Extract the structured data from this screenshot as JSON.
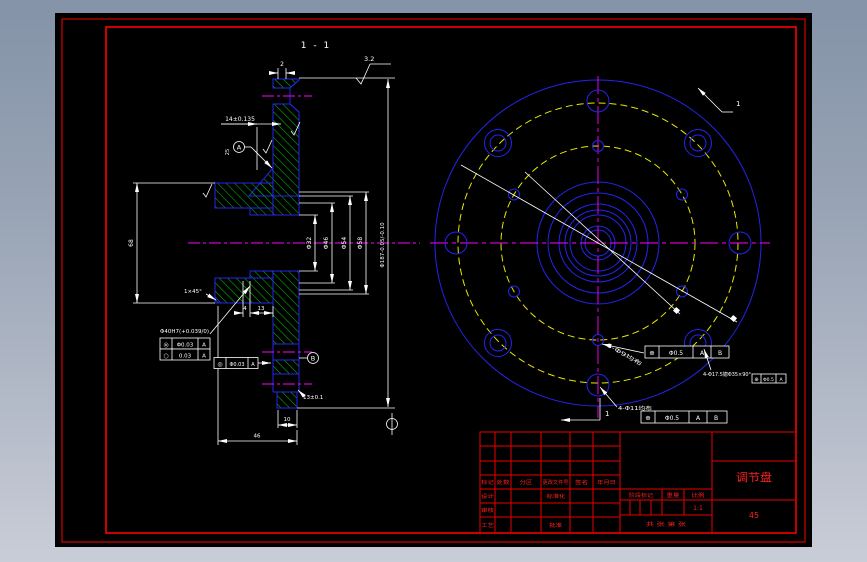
{
  "colors": {
    "frame": "#ff0000",
    "outline": "#2424ee",
    "hatch": "#00bb00",
    "centerline": "#ff00ff",
    "aux": "#e8e800",
    "dim": "#ffffff"
  },
  "view": {
    "section_label": "1 - 1"
  },
  "dims": {
    "top_gap": "2",
    "roughness_top": "3.2",
    "roughness_side": "25",
    "plate_thickness": "14±0.135",
    "hub_od": "68",
    "dia32": "Φ32",
    "dia46": "Φ46",
    "dia54": "Φ54",
    "dia58": "Φ58",
    "dia187": "Φ187-0.05/-0.10",
    "chamfer": "1×45°",
    "step4": "4",
    "step13": "13",
    "bore_label": "Φ40H7(+0.039/0)",
    "key13": "13±0.1",
    "bottom10": "10",
    "depth46": "46"
  },
  "datums": {
    "a": "A",
    "b": "B"
  },
  "fcf": {
    "bore_row1": [
      "◎",
      "Φ0.03",
      "A"
    ],
    "bore_row2": [
      "○",
      "0.03",
      "A"
    ],
    "shaft": [
      "◎",
      "Φ0.03",
      "A"
    ],
    "pos_inner": [
      "⊕",
      "Φ0.5",
      "A",
      "B"
    ],
    "pos_cbore": [
      "⊕",
      "Φ0.5",
      "A"
    ],
    "pos_bolt": [
      "⊕",
      "Φ0.5",
      "A",
      "B"
    ]
  },
  "ann": {
    "inner_holes": "6-Φ9均布",
    "cbore_holes": "4-Φ17.5锪Φ35×90°",
    "bolt_holes": "4-Φ11均布",
    "section_no": "1"
  },
  "title_block": {
    "part_name": "调节盘",
    "material": "45",
    "stage_label": "阶段标记",
    "weight_label": "重量",
    "scale_label": "比例",
    "scale_value": "1:1",
    "sheets_label": "共 张 第 张",
    "headers": [
      "标记",
      "处数",
      "分区",
      "更改文件号",
      "签名",
      "年月日"
    ],
    "roles": [
      "设计",
      "标准化",
      "审核",
      "工艺",
      "批准"
    ]
  }
}
